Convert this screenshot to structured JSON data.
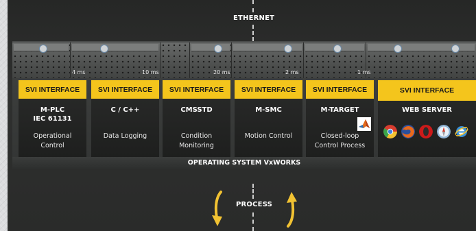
{
  "top_label": "ETHERNET",
  "bottom_label": "PROCESS",
  "os_label": "OPERATING SYSTEM VxWORKS",
  "colors": {
    "svi_yellow": "#f4c51c",
    "panel_dark": "#2b2c2b",
    "arrow_yellow": "#f1c232"
  },
  "columns": [
    {
      "interface": "SVI INTERFACE",
      "timing": "4 ms",
      "title": "M-PLC\nIEC 61131",
      "desc": "Operational\nControl"
    },
    {
      "interface": "SVI INTERFACE",
      "timing": "10 ms",
      "title": "C / C++",
      "desc": "Data Logging"
    },
    {
      "interface": "SVI INTERFACE",
      "timing": "20 ms",
      "title": "CMSSTD",
      "desc": "Condition\nMonitoring"
    },
    {
      "interface": "SVI INTERFACE",
      "timing": "2 ms",
      "title": "M-SMC",
      "desc": "Motion Control"
    },
    {
      "interface": "SVI INTERFACE",
      "timing": "1 ms",
      "title": "M-TARGET",
      "desc": "Closed-loop\nControl Process",
      "icon": "matlab-icon"
    },
    {
      "interface": "SVI INTERFACE",
      "timing": "",
      "title": "WEB SERVER",
      "desc": "",
      "icons": [
        "chrome-icon",
        "firefox-icon",
        "opera-icon",
        "safari-icon",
        "internet-explorer-icon"
      ]
    }
  ]
}
